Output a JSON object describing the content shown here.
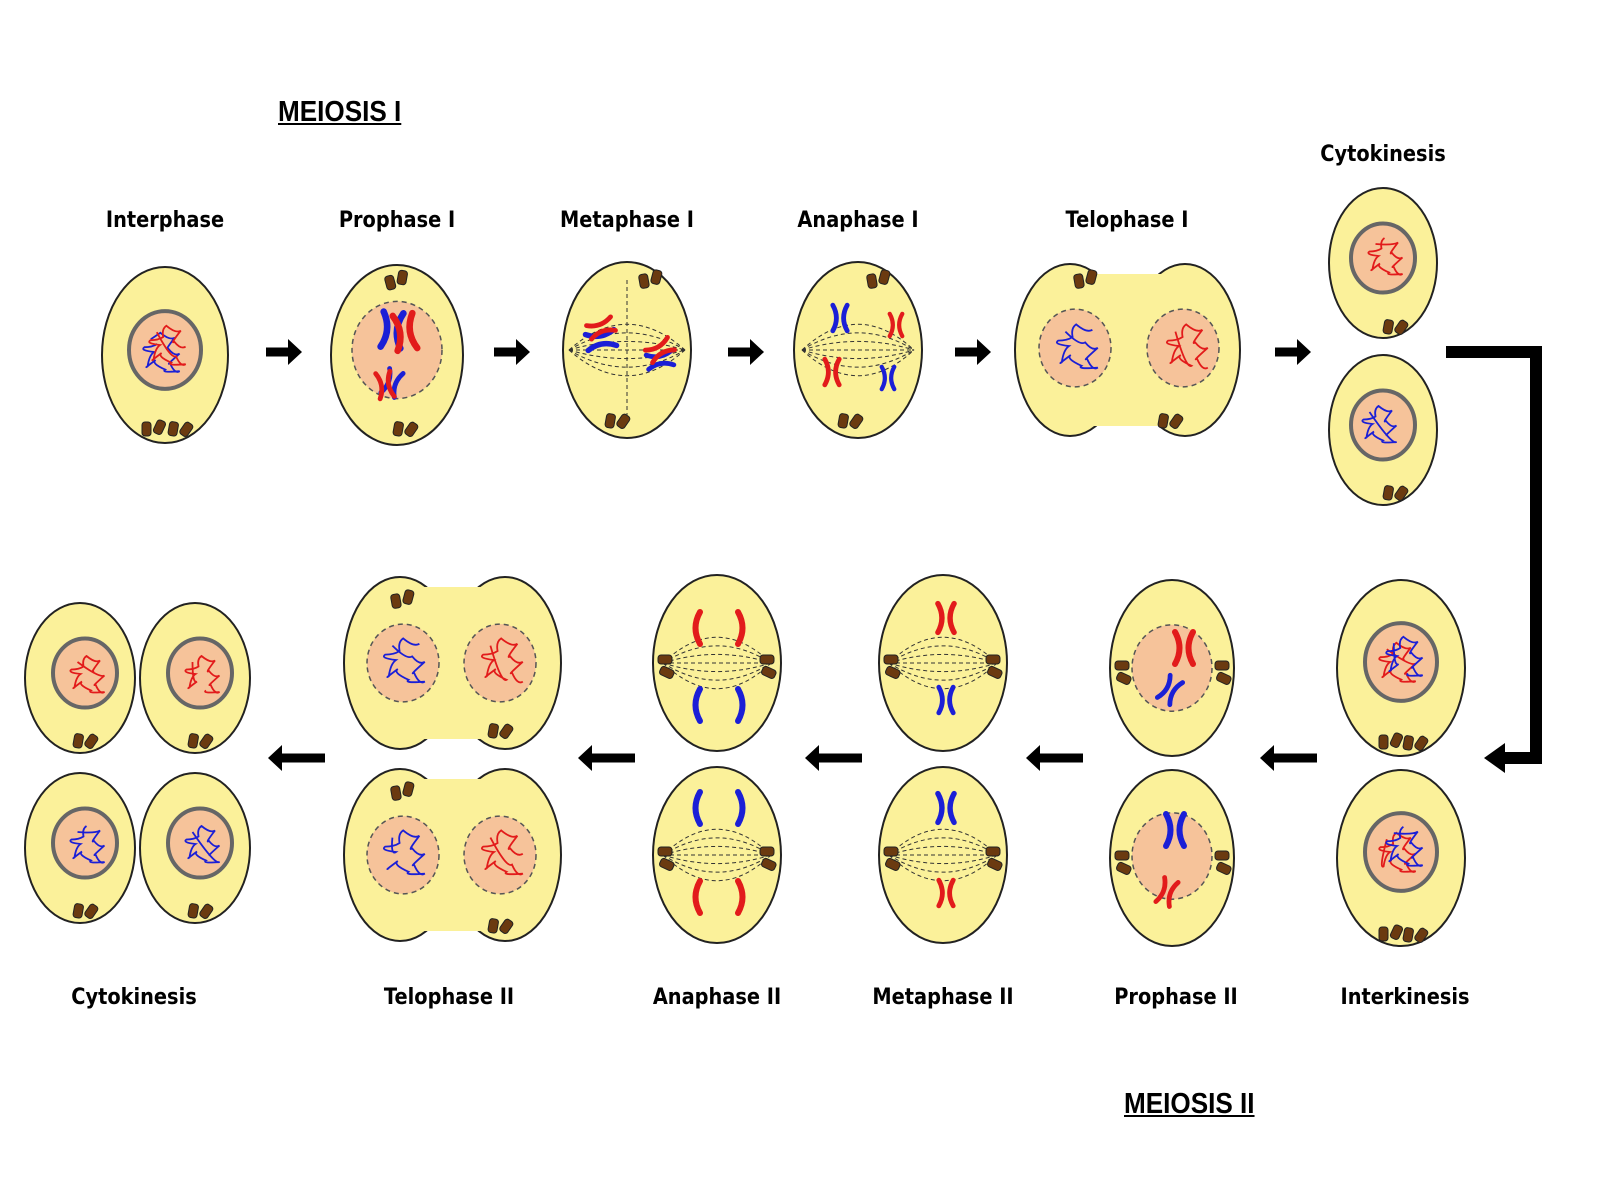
{
  "meiosis_1": {
    "title": "MEIOSIS I",
    "stages": [
      "Interphase",
      "Prophase I",
      "Metaphase I",
      "Anaphase I",
      "Telophase I",
      "Cytokinesis"
    ]
  },
  "meiosis_2": {
    "title": "MEIOSIS II",
    "stages": [
      "Interkinesis",
      "Prophase II",
      "Metaphase II",
      "Anaphase II",
      "Telophase II",
      "Cytokinesis"
    ]
  },
  "colors": {
    "cytoplasm": "#fbf19a",
    "nucleus": "#f6c39a",
    "maternal_chromosome": "#e21b1b",
    "paternal_chromosome": "#1b1fd6",
    "centriole": "#6b3a10",
    "outline": "#222222"
  }
}
